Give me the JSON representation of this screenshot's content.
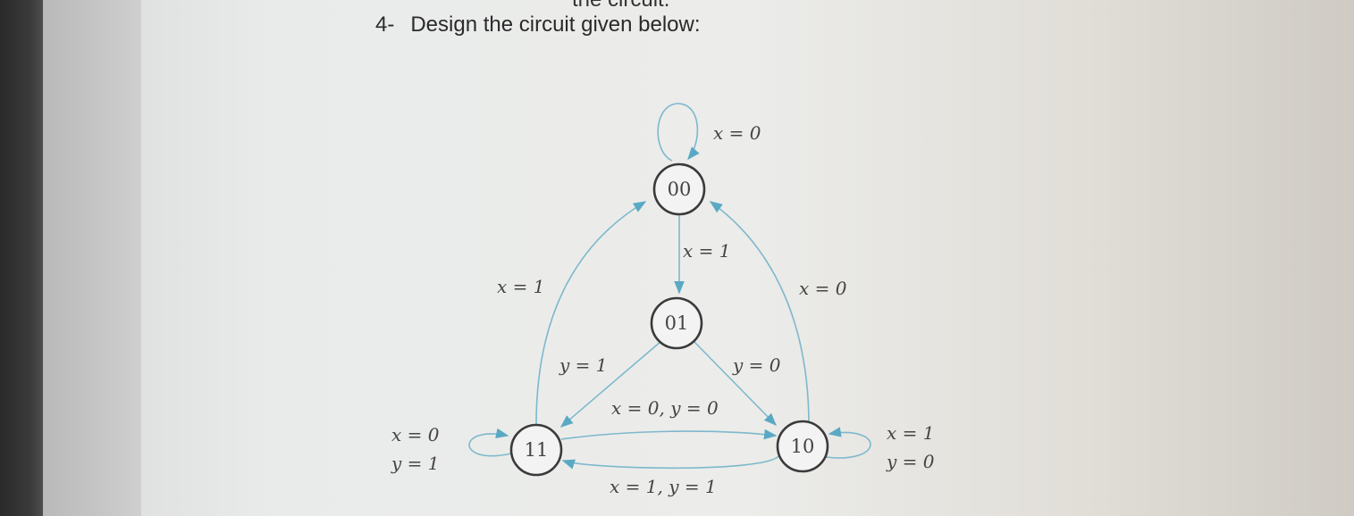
{
  "page": {
    "top_fragment": "the circuit.",
    "question_number": "4-",
    "question_text": "Design the circuit given below:"
  },
  "diagram": {
    "states": [
      {
        "id": "s00",
        "label": "00"
      },
      {
        "id": "s01",
        "label": "01"
      },
      {
        "id": "s11",
        "label": "11"
      },
      {
        "id": "s10",
        "label": "10"
      }
    ],
    "edge_labels": {
      "loop_00": "x = 0",
      "e_00_01": "x = 1",
      "e_11_00": "x = 1",
      "e_10_00": "x = 0",
      "e_01_11": "y = 1",
      "e_01_10": "y = 0",
      "e_10_11_top": "x = 0, y = 0",
      "e_11_10_bottom": "x = 1, y = 1",
      "loop_11_a": "x = 0",
      "loop_11_b": "y = 1",
      "loop_10_a": "x = 1",
      "loop_10_b": "y = 0"
    },
    "colors": {
      "edge": "#7db8cc",
      "arrow": "#5aa9c4",
      "node_stroke": "#3a3a3a",
      "text": "#444444"
    }
  }
}
